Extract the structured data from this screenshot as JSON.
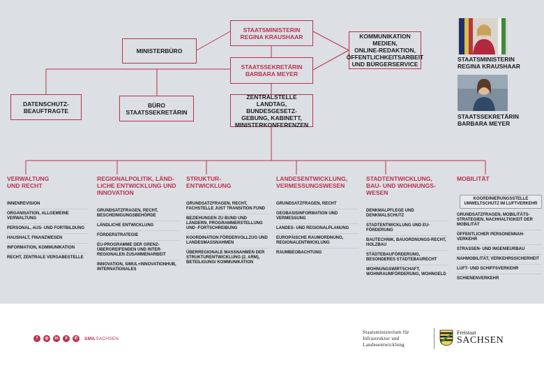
{
  "boxes": {
    "minister": {
      "line1": "Staatsministerin",
      "line2": "Regina Kraushaar"
    },
    "ministerbuero": "Ministerbüro",
    "secretary": {
      "line1": "Staatssekretärin",
      "line2": "Barbara Meyer"
    },
    "kommunikation": [
      "Kommunikation",
      "Medien,",
      "Online-Redaktion,",
      "Öffentlichkeitsarbeit",
      "und Bürgerservice"
    ],
    "datenschutz": [
      "Datenschutz-",
      "beauftragte"
    ],
    "buero_ss": [
      "Büro",
      "Staatssekretärin"
    ],
    "zentralstelle": [
      "Zentralstelle",
      "Landtag, Bundesgesetz-",
      "gebung, Kabinett,",
      "Ministerkonferenzen"
    ]
  },
  "photos": {
    "minister_caption": [
      "Staatsministerin",
      "Regina Kraushaar"
    ],
    "secretary_caption": [
      "Staatssekretärin",
      "Barbara Meyer"
    ]
  },
  "columns": [
    {
      "title": [
        "Verwaltung",
        "und Recht"
      ],
      "items": [
        "Innenrevision",
        "Organisation, allgemeine Verwaltung",
        "Personal, Aus- und Fortbildung",
        "Haushalt, Finanzwesen",
        "Information, Kommunikation",
        "Recht, zentrale Vergabestelle"
      ]
    },
    {
      "title": [
        "Regionalpolitik, Länd-",
        "liche Entwicklung und",
        "Innovation"
      ],
      "items": [
        "Grundsatzfragen, Recht, Bescheinigungsbehörde",
        "Ländliche Entwicklung",
        "Förderstrategie",
        "EU-Programme der Grenz-übergreifenden und inter-regionalen Zusammenarbeit",
        "Innovation, SIMUL+Innovationhub, Internationales"
      ]
    },
    {
      "title": [
        "Struktur-",
        "entwicklung"
      ],
      "items": [
        "Grundsatzfragen, Recht, Fachstelle Just Transition Fund",
        "Beziehungen zu Bund und Ländern, Programmerstellung und -fortschreibung",
        "Koordination Fördervollzug und Landesmaßnahmen",
        "Überregionale Maßnahmen der Strukturentwicklung (2. Arm), Beteiligung/ Kommunikation"
      ]
    },
    {
      "title": [
        "Landesentwicklung,",
        "Vermessungswesen"
      ],
      "items": [
        "Grundsatzfragen, Recht",
        "Geobasisinformation und Vermessung",
        "Landes- und Regionalplanung",
        "Europäische Raumordnung, Regionalentwicklung",
        "Raumbeobachtung"
      ]
    },
    {
      "title": [
        "Stadtentwicklung,",
        "Bau- und Wohnungs-",
        "wesen"
      ],
      "items": [
        "Denkmalpflege und Denkmalschutz",
        "Stadtentwicklung und EU-Förderung",
        "Bautechnik, Bauordnungs-recht, Holzbau",
        "Städtebauförderung, Besonderes Städtebaurecht",
        "Wohnungswirtschaft, Wohnraumförderung, Wohngeld"
      ]
    },
    {
      "title": [
        "Mobilität"
      ],
      "boxed": "Koordinierungsstelle Umweltschutz im Luftverkehr",
      "items": [
        "Grundsatzfragen, Mobilitäts-strategien, Nachhaltigkeit der Mobilität",
        "Öffentlicher Personennah-verkehr",
        "Straßen- und Ingenieurbau",
        "Nahmobilität, Verkehrssicherheit",
        "Luft- und Schiffsverkehr",
        "Schienenverkehr"
      ]
    }
  ],
  "footer": {
    "social_label": "SMIL",
    "social_label2": "SACHSEN",
    "social_icons": [
      "facebook-icon",
      "instagram-icon",
      "linkedin-icon",
      "x-icon",
      "whatsapp-icon"
    ],
    "ministry": [
      "Staatsministerium für",
      "Infrastruktur und",
      "Landesentwicklung"
    ],
    "state_small": "Freistaat",
    "state_big": "SACHSEN"
  },
  "colors": {
    "accent": "#b8324f",
    "background": "#dcdfe3"
  }
}
